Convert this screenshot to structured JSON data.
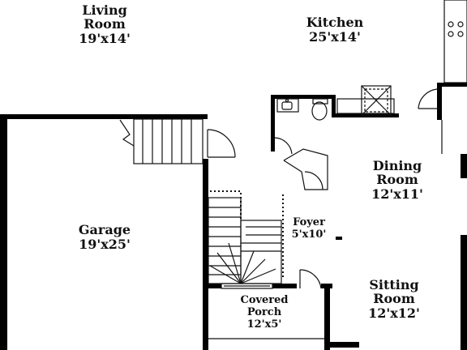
{
  "rooms": {
    "living_room": {
      "name": [
        "Living",
        "Room"
      ],
      "size": "19'x14'"
    },
    "kitchen": {
      "name": [
        "Kitchen"
      ],
      "size": "25'x14'"
    },
    "garage": {
      "name": [
        "Garage"
      ],
      "size": "19'x25'"
    },
    "dining_room": {
      "name": [
        "Dining",
        "Room"
      ],
      "size": "12'x11'"
    },
    "foyer": {
      "name": [
        "Foyer"
      ],
      "size": "5'x10'"
    },
    "covered_porch": {
      "name": [
        "Covered",
        "Porch"
      ],
      "size": "12'x5'"
    },
    "sitting_room": {
      "name": [
        "Sitting",
        "Room"
      ],
      "size": "12'x12'"
    }
  },
  "colors": {
    "wall": "#000000",
    "line": "#111111",
    "background": "#ffffff"
  }
}
